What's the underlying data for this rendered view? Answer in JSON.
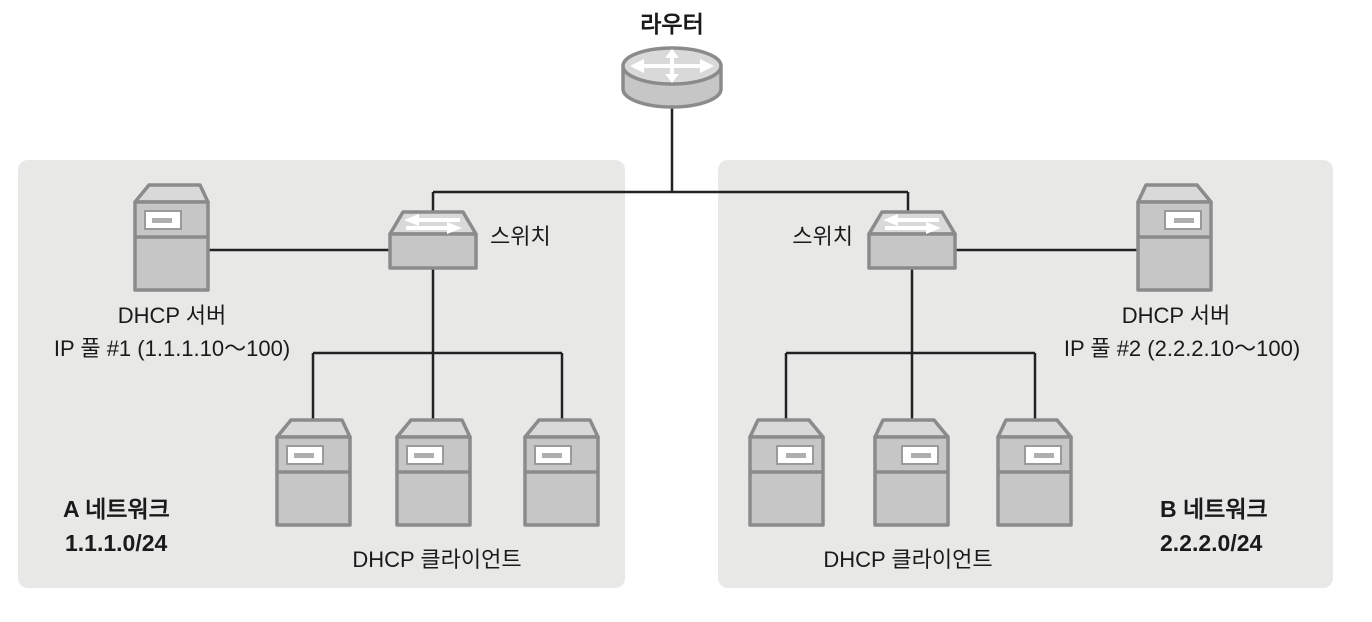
{
  "colors": {
    "background": "#ffffff",
    "panel": "#e8e8e7",
    "line": "#222222",
    "icon-front": "#c6c6c6",
    "icon-top": "#d9d9d9",
    "icon-stroke": "#8b8b8b",
    "arrow": "#ffffff",
    "text": "#1a1a1a"
  },
  "router": {
    "label": "라우터"
  },
  "network_a": {
    "title": "A 네트워크",
    "cidr": "1.1.1.0/24",
    "switch_label": "스위치",
    "server_label": "DHCP 서버",
    "ip_pool": "IP 풀 #1 (1.1.1.10～100)",
    "clients_label": "DHCP 클라이언트",
    "client_count": 3
  },
  "network_b": {
    "title": "B 네트워크",
    "cidr": "2.2.2.0/24",
    "switch_label": "스위치",
    "server_label": "DHCP 서버",
    "ip_pool": "IP 풀 #2 (2.2.2.10～100)",
    "clients_label": "DHCP 클라이언트",
    "client_count": 3
  }
}
